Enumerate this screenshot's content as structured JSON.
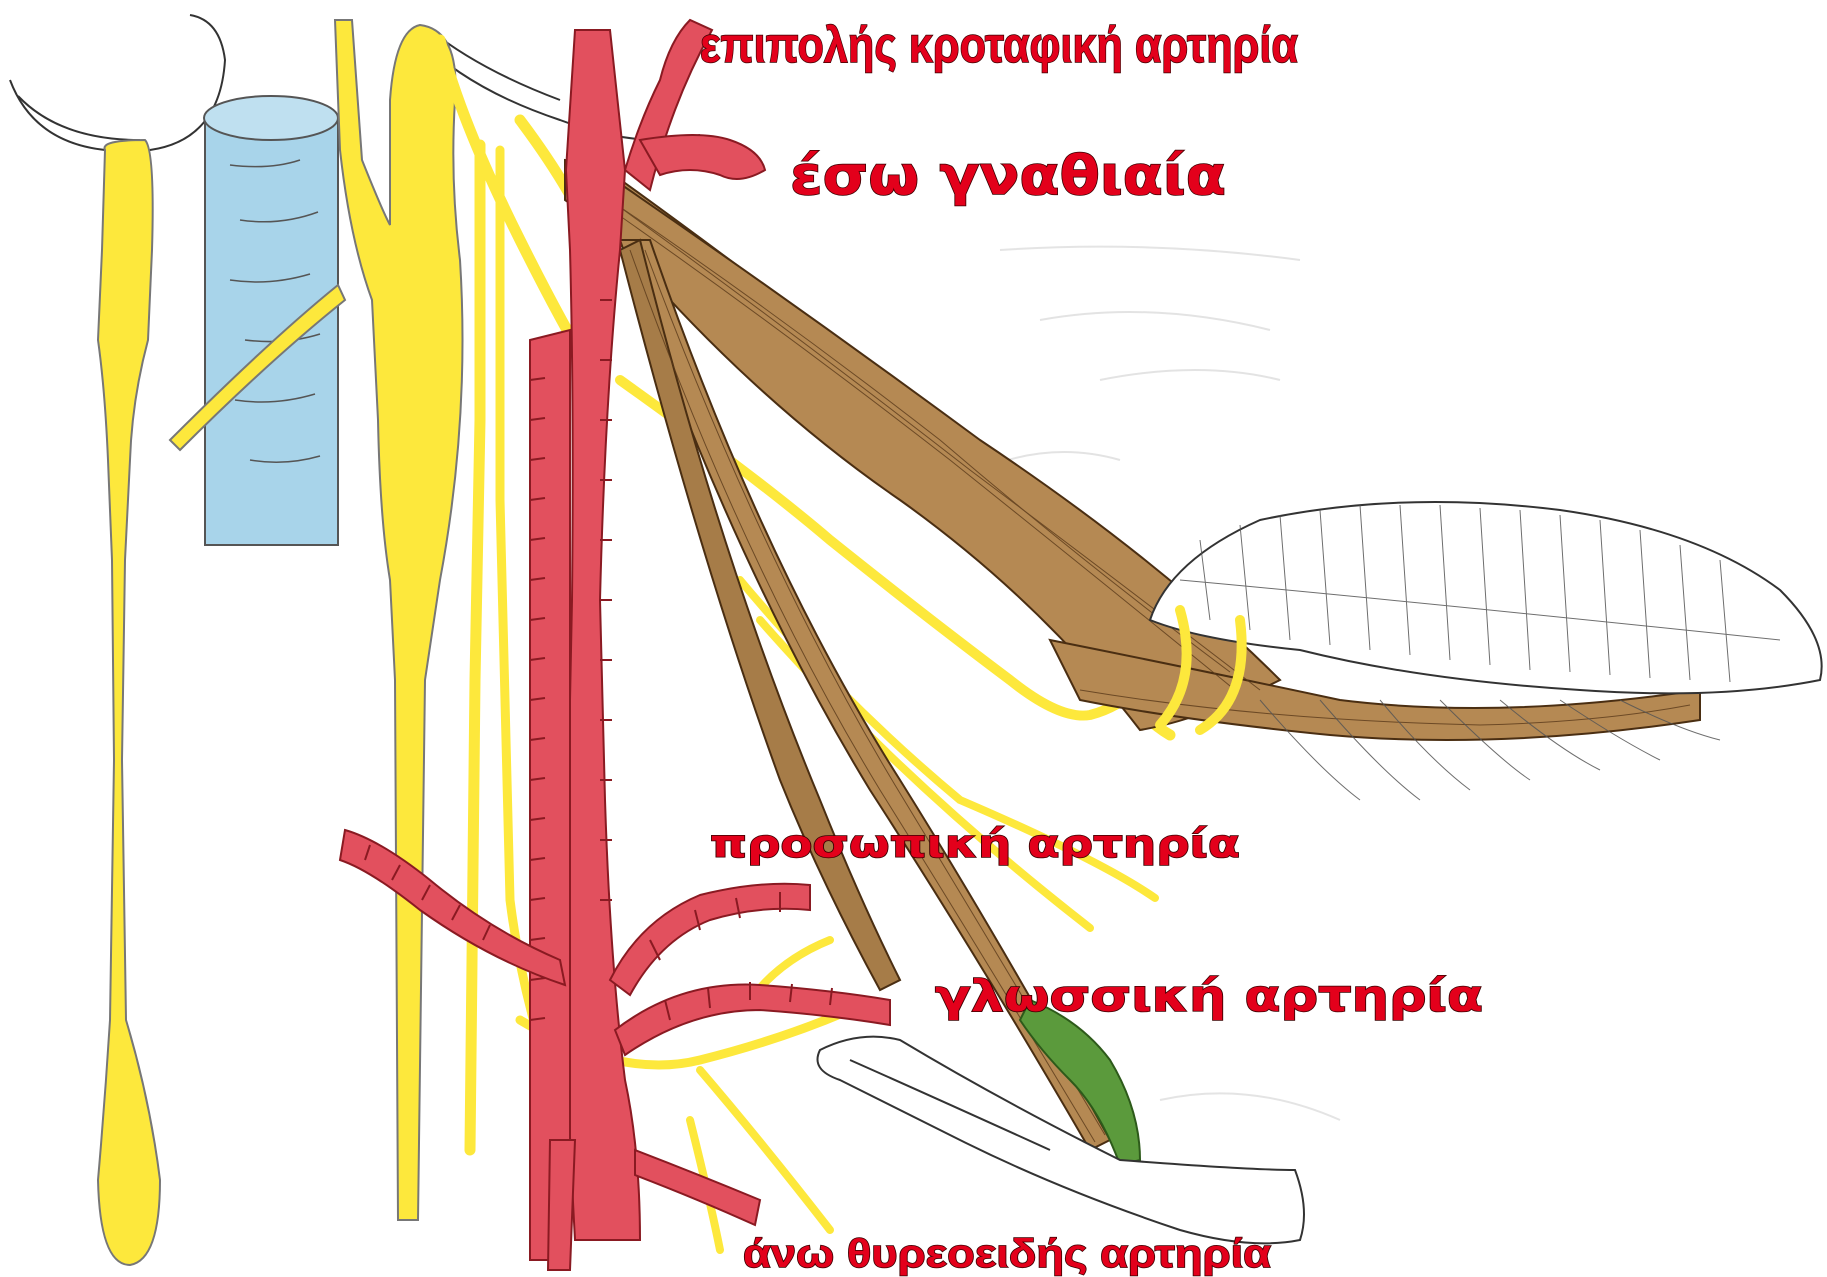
{
  "labels": {
    "superficial_temporal": "επιπολής κροταφική αρτηρία",
    "internal_maxillary": "έσω γναθιαία",
    "facial": "προσωπική αρτηρία",
    "lingual": "γλωσσική αρτηρία",
    "superior_thyroid": "άνω θυρεοειδής αρτηρία"
  },
  "colors": {
    "artery": "#e2505e",
    "nerve": "#fde83c",
    "muscle": "#b58953",
    "vein": "#a8d4ea",
    "hyoid": "#ffffff",
    "green": "#5b9a3c",
    "label_text": "#e3001b"
  }
}
